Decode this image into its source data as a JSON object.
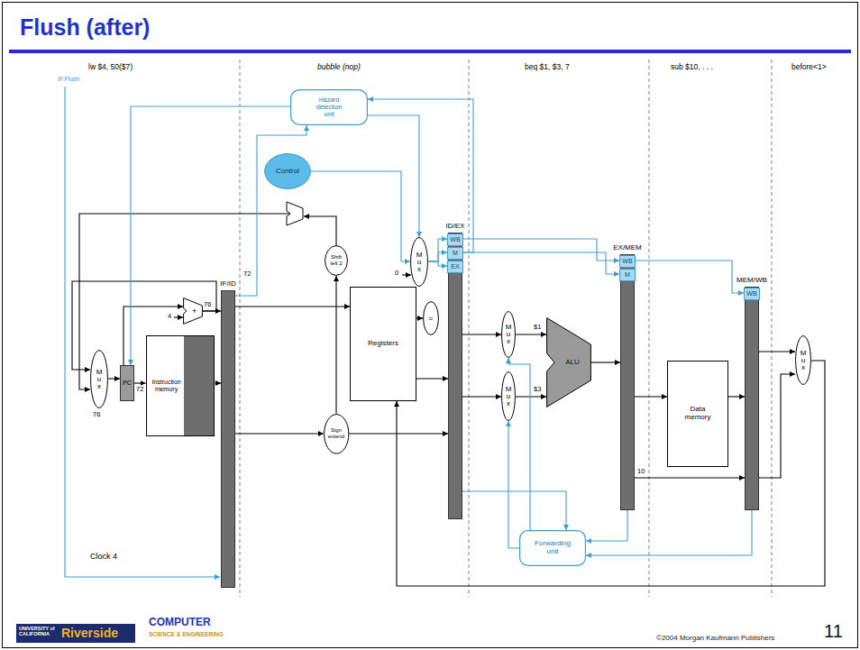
{
  "diagram": {
    "title": "Flush (after)",
    "nodes": [
      {
        "text": [
          "Hazard detection unit"
        ]
      },
      {
        "text": [
          "Control"
        ]
      },
      {
        "text": [
          "M u x"
        ]
      },
      {
        "text": [
          "IF/ID"
        ]
      },
      {
        "text": [
          "ID/EX"
        ]
      },
      {
        "text": [
          "WB"
        ],
        "in": 4
      },
      {
        "text": [
          "M"
        ],
        "in": 4
      },
      {
        "text": [
          "EX"
        ],
        "in": 4
      },
      {
        "text": [
          "EX/MEM"
        ]
      },
      {
        "text": [
          "WB"
        ],
        "in": 8
      },
      {
        "text": [
          "M"
        ],
        "in": 8
      },
      {
        "text": [
          "MEM/WB"
        ]
      },
      {
        "text": [
          "WB"
        ],
        "in": 11
      },
      {
        "text": [
          "M u x"
        ]
      },
      {
        "text": [
          "PC"
        ]
      },
      {
        "text": [
          "Instruction memory"
        ]
      },
      {
        "text": [
          "+"
        ]
      },
      {
        "text": [
          "Shift left 2"
        ]
      },
      {
        "text": [
          "Registers"
        ]
      },
      {
        "text": [
          "="
        ]
      },
      {
        "text": [
          "Sign extend"
        ]
      },
      {
        "text": [
          "M u x"
        ]
      },
      {
        "text": [
          "M u x"
        ]
      },
      {
        "text": [
          "ALU"
        ]
      },
      {
        "text": [
          "Data memory"
        ]
      },
      {
        "text": [
          "M u x"
        ]
      },
      {
        "text": [
          "Forwarding unit"
        ]
      }
    ],
    "edges": [
      {
        "from": 13,
        "to": 14,
        "arrow": "to"
      },
      {
        "from": 14,
        "to": 15,
        "arrow": "to"
      },
      {
        "from": 15,
        "to": 3,
        "arrow": "to"
      },
      {
        "from": 0,
        "to": 2,
        "arrow": "to"
      },
      {
        "from": 1,
        "to": 2,
        "arrow": "to"
      },
      {
        "from": 2,
        "to": 5,
        "arrow": "to"
      },
      {
        "from": 2,
        "to": 6,
        "arrow": "to"
      },
      {
        "from": 2,
        "to": 7,
        "arrow": "to"
      },
      {
        "from": 5,
        "to": 9,
        "arrow": "to"
      },
      {
        "from": 6,
        "to": 10,
        "arrow": "to"
      },
      {
        "from": 9,
        "to": 12,
        "arrow": "to"
      },
      {
        "from": 3,
        "to": 18,
        "arrow": "to"
      },
      {
        "from": 18,
        "to": 19,
        "arrow": "to"
      },
      {
        "from": 18,
        "to": 4,
        "arrow": "to"
      },
      {
        "from": 3,
        "to": 20,
        "arrow": "to"
      },
      {
        "from": 20,
        "to": 4,
        "arrow": "to"
      },
      {
        "from": 20,
        "to": 17,
        "arrow": "to"
      },
      {
        "from": 4,
        "to": 21,
        "arrow": "to"
      },
      {
        "from": 4,
        "to": 22,
        "arrow": "to"
      },
      {
        "from": 21,
        "to": 23,
        "arrow": "to"
      },
      {
        "from": 22,
        "to": 23,
        "arrow": "to"
      },
      {
        "from": 23,
        "to": 8,
        "arrow": "to"
      },
      {
        "from": 8,
        "to": 24,
        "arrow": "to"
      },
      {
        "from": 24,
        "to": 11,
        "arrow": "to"
      },
      {
        "from": 11,
        "to": 25,
        "arrow": "to"
      },
      {
        "from": 26,
        "to": 21,
        "arrow": "to"
      },
      {
        "from": 26,
        "to": 22,
        "arrow": "to"
      },
      {
        "from": 16,
        "to": 13,
        "arrow": "to"
      },
      {
        "from": 14,
        "to": 16,
        "arrow": "to"
      },
      {
        "from": 0,
        "to": 14,
        "arrow": "to"
      },
      {
        "from": 25,
        "to": 18,
        "arrow": "to"
      },
      {
        "from": 8,
        "to": 26,
        "arrow": "to"
      },
      {
        "from": 11,
        "to": 26,
        "arrow": "to"
      },
      {
        "from": 4,
        "to": 26,
        "arrow": "to"
      },
      {
        "from": 6,
        "to": 0,
        "arrow": "to"
      },
      {
        "from": 3,
        "to": 0,
        "arrow": "to"
      },
      {
        "from": 16,
        "to": 3,
        "arrow": "to"
      },
      {
        "from": 8,
        "to": 11,
        "arrow": "to"
      },
      {
        "from": 11,
        "to": 25,
        "arrow": "to"
      }
    ],
    "labels": [
      "lw $4, 50($7)",
      "IF.Flush",
      "bubble (nop)",
      "beq $1, $3, 7",
      "sub $10, . . .",
      "before<1>",
      "0",
      "4",
      "76",
      "72",
      "76",
      "72",
      "$1",
      "$3",
      "10",
      "Clock 4",
      "UNIVERSITY of CALIFORNIA",
      "Riverside",
      "COMPUTER",
      "SCIENCE & ENGINEERING",
      "©2004 Morgan Kaufmann Publishers",
      "11"
    ]
  }
}
